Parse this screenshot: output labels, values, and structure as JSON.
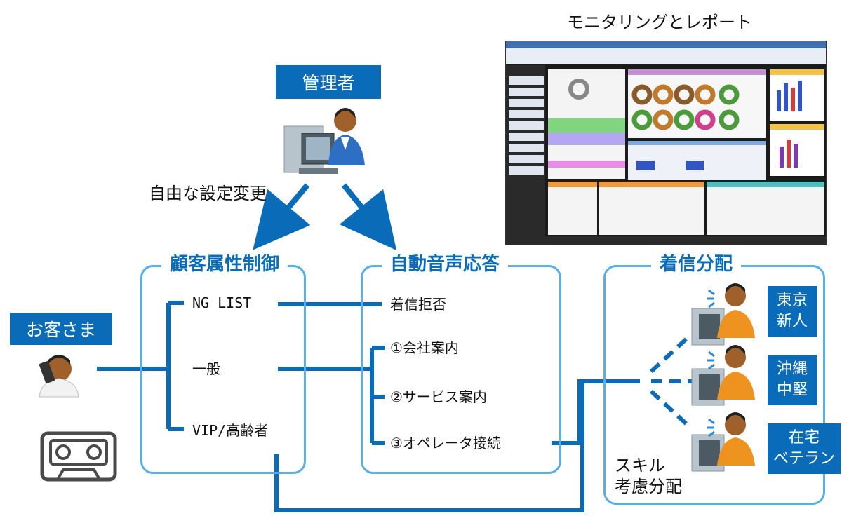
{
  "monitoring_title": "モニタリングとレポート",
  "admin_label": "管理者",
  "free_settings": "自由な設定変更",
  "customer_label": "お客さま",
  "panels": {
    "attribute": {
      "title": "顧客属性制御",
      "items": [
        "NG LIST",
        "一般",
        "VIP/高齢者"
      ]
    },
    "ivr": {
      "title": "自動音声応答",
      "items": [
        "着信拒否",
        "①会社案内",
        "②サービス案内",
        "③オペレータ接続"
      ]
    },
    "distribution": {
      "title": "着信分配",
      "skill_line1": "スキル",
      "skill_line2": "考慮分配"
    }
  },
  "agents": [
    {
      "line1": "東京",
      "line2": "新人"
    },
    {
      "line1": "沖縄",
      "line2": "中堅"
    },
    {
      "line1": "在宅",
      "line2": "ベテラン"
    }
  ],
  "icons": [
    "admin-pc-icon",
    "customer-phone-icon",
    "cassette-tape-icon",
    "operator-headset-icon"
  ],
  "colors": {
    "accent": "#0a6cb8",
    "line": "#0a6cb8",
    "panel_border": "#5aaee6"
  }
}
